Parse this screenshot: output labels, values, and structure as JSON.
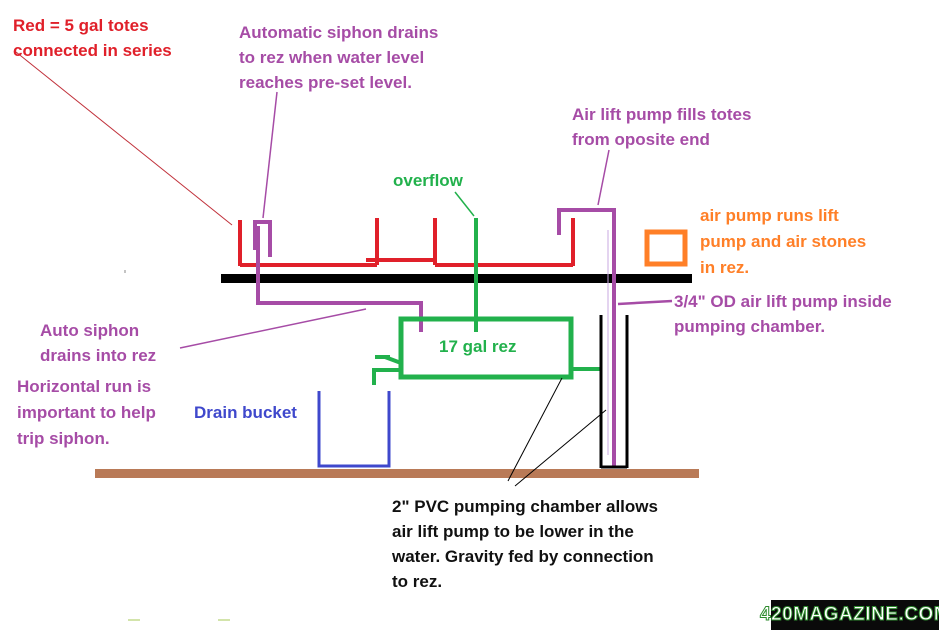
{
  "labels": {
    "red_totes": "Red = 5 gal totes\nconnected in series",
    "auto_siphon": "Automatic siphon drains\nto rez when water level\nreaches pre-set level.",
    "air_lift_fills": "Air lift pump fills totes\nfrom oposite end",
    "overflow": "overflow",
    "air_pump": "air pump runs lift\npump and air stones\nin rez.",
    "air_lift_inside": "3/4\" OD air lift pump inside\npumping chamber.",
    "auto_siphon_rez": "Auto siphon\ndrains into rez",
    "rez": "17 gal rez",
    "horizontal_run": "Horizontal run is\nimportant to help\ntrip siphon.",
    "drain_bucket": "Drain bucket",
    "pvc_chamber": "2\" PVC pumping chamber allows\nair lift pump  to be lower in the\nwater. Gravity fed by connection\nto rez."
  },
  "watermark": "420MAGAZINE.COM",
  "colors": {
    "totes_red": "#e0202a",
    "siphon_purple": "#a64ca6",
    "rez_green": "#22b14c",
    "pump_orange": "#ff7f27",
    "bucket_blue": "#3f48cc",
    "floor_brown": "#b97a57",
    "shelf_black": "#000000"
  }
}
